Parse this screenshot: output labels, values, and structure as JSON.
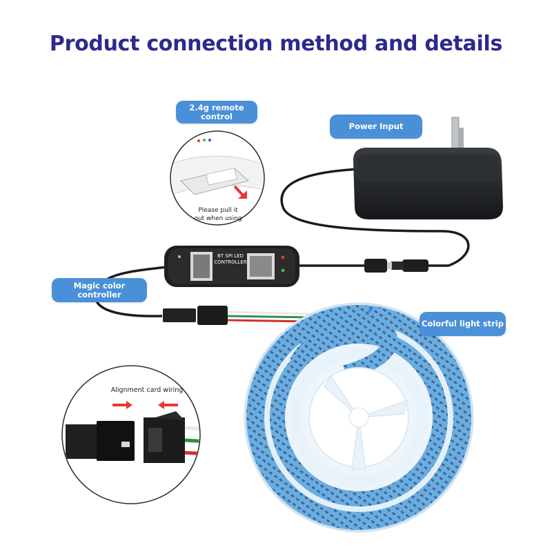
{
  "title": "Product connection method and details",
  "labels": {
    "remote_line1": "2.4g remote",
    "remote_line2": "control",
    "power": "Power Input",
    "controller": "Magic color controller",
    "strip": "Colorful light strip"
  },
  "callouts": {
    "pull_line1": "Please pull it",
    "pull_line2": "out when using",
    "alignment": "Alignment card wiring"
  },
  "controller_text": {
    "line1": "BT SPI LED",
    "line2": "CONTROLLER"
  },
  "colors": {
    "title": "#2b2a8c",
    "label_bg": "#4a90d9",
    "strip_light": "#5ea3d6",
    "arrow_red": "#e53935"
  }
}
